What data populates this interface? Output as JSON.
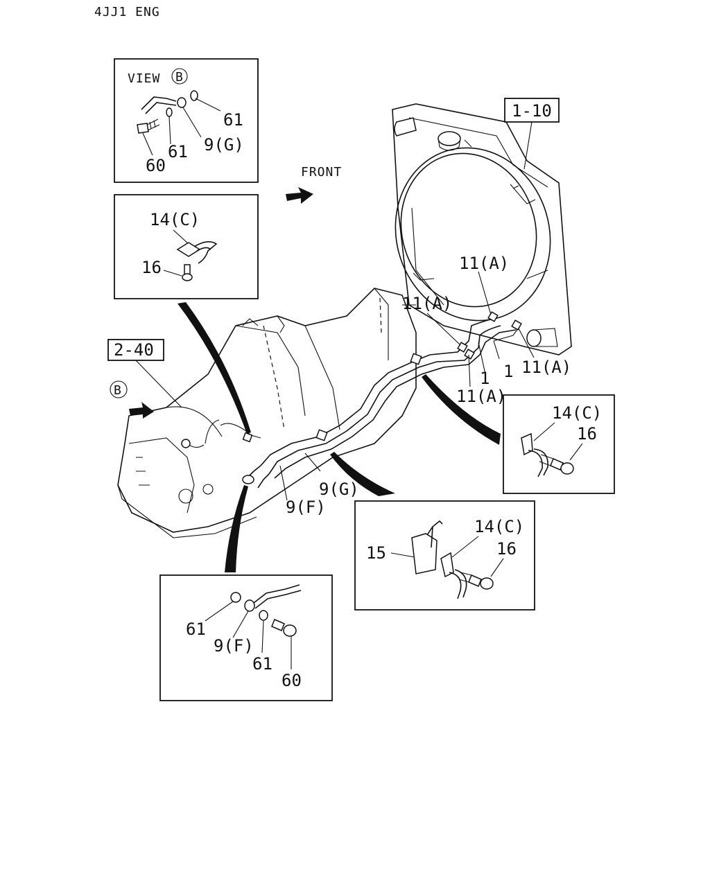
{
  "header": {
    "engine_label": "4JJ1 ENG"
  },
  "direction": {
    "front_label": "FRONT"
  },
  "references": {
    "radiator_ref": "1-10",
    "transmission_ref": "2-40"
  },
  "views": {
    "view_b_title": "VIEW",
    "view_b_marker": "B",
    "view_b_arrow_marker": "B"
  },
  "callouts": {
    "view_b": {
      "washer_top": "61",
      "washer_mid": "61",
      "bolt": "60",
      "hose": "9(G)"
    },
    "clip_detail_upper": {
      "clip": "14(C)",
      "bolt": "16"
    },
    "clip_detail_right": {
      "clip": "14(C)",
      "bolt": "16"
    },
    "bracket_detail": {
      "bracket": "15",
      "clip": "14(C)",
      "bolt": "16"
    },
    "lower_detail": {
      "washer_left": "61",
      "hose": "9(F)",
      "washer_mid": "61",
      "bolt": "60"
    },
    "main": {
      "clamp_upper": "11(A)",
      "clamp_left": "11(A)",
      "clamp_right": "11(A)",
      "clamp_lower": "11(A)",
      "hose_1a": "1",
      "hose_1b": "1",
      "hose_9g": "9(G)",
      "hose_9f": "9(F)"
    }
  }
}
